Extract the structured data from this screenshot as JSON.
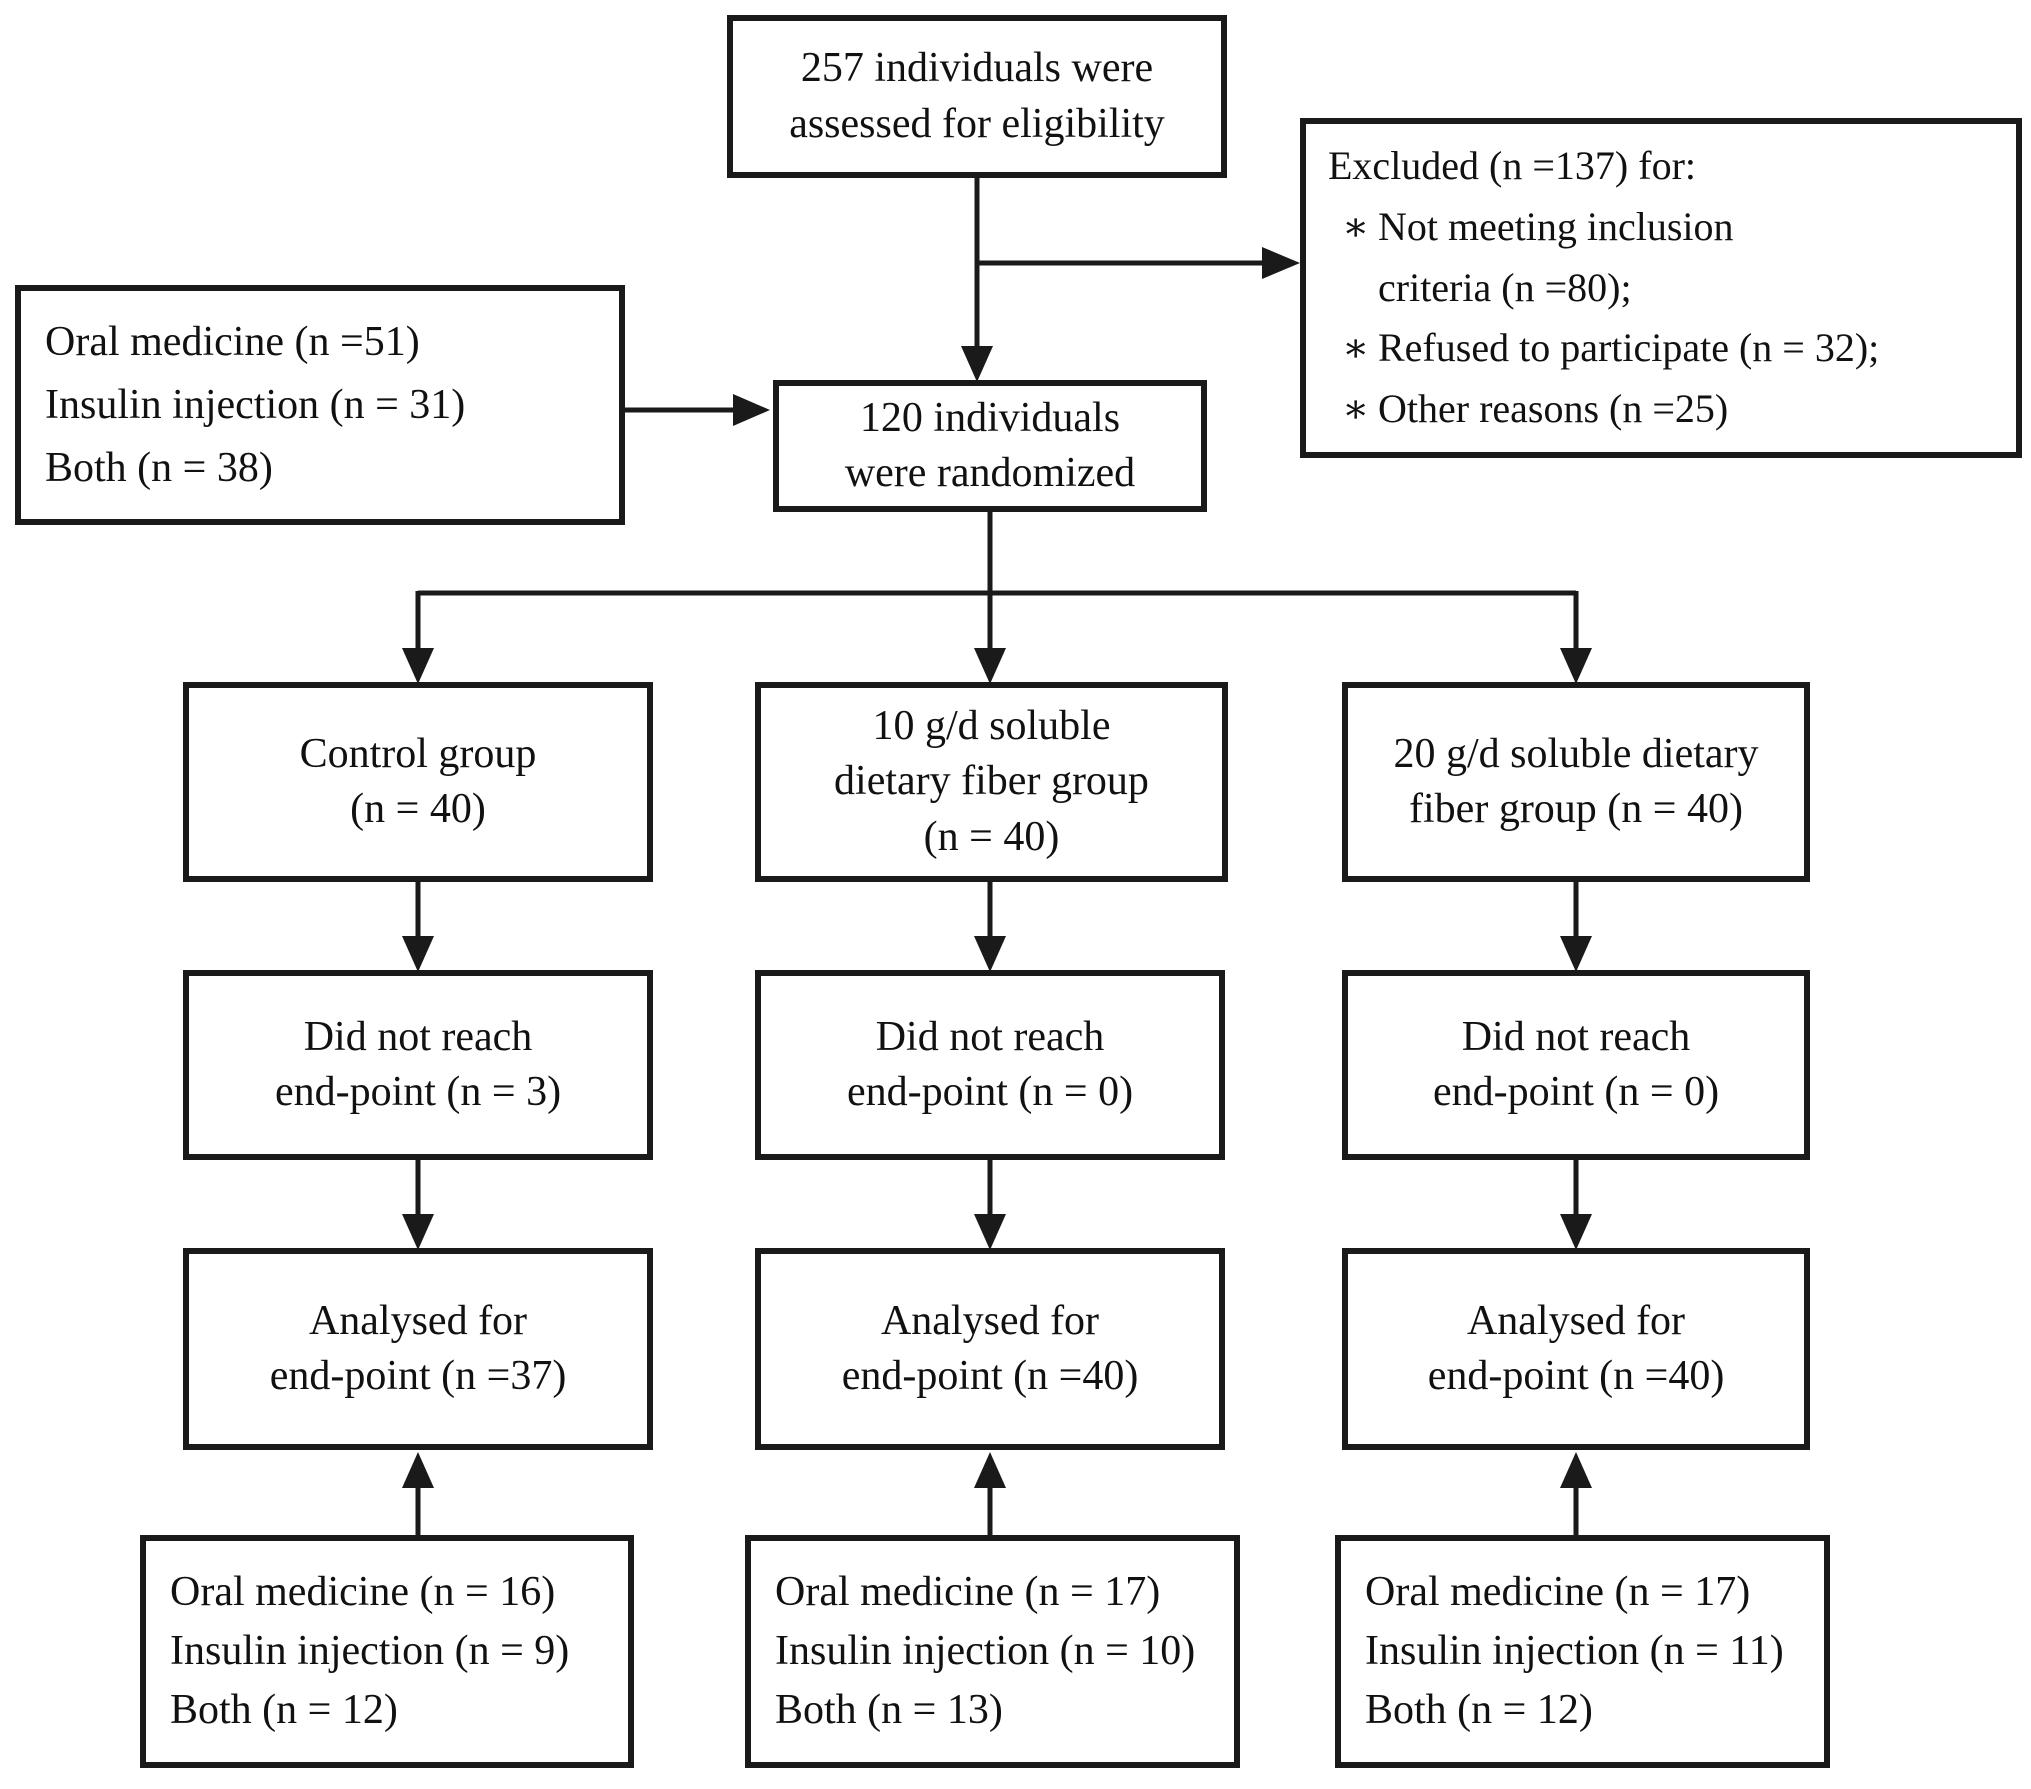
{
  "diagram": {
    "eligibility": {
      "lines": [
        "257 individuals were",
        "assessed for eligibility"
      ]
    },
    "excluded": {
      "title": "Excluded (n =137) for:",
      "bullet": "∗",
      "items": [
        {
          "lines": [
            "Not meeting inclusion",
            "criteria (n =80);"
          ]
        },
        {
          "lines": [
            "Refused to participate (n = 32);"
          ]
        },
        {
          "lines": [
            "Other reasons (n =25)"
          ]
        }
      ]
    },
    "pre_randomization_treatment": {
      "lines": [
        "Oral medicine (n =51)",
        "Insulin injection (n = 31)",
        "Both (n = 38)"
      ]
    },
    "randomized": {
      "lines": [
        "120 individuals",
        "were randomized"
      ]
    },
    "groups": [
      {
        "allocation": {
          "lines": [
            "Control group",
            "(n = 40)"
          ]
        },
        "not_reach_endpoint": {
          "lines": [
            "Did not reach",
            "end-point (n = 3)"
          ]
        },
        "analysed": {
          "lines": [
            "Analysed for",
            "end-point (n =37)"
          ]
        },
        "treatment": {
          "lines": [
            "Oral medicine (n = 16)",
            "Insulin injection (n = 9)",
            "Both (n = 12)"
          ]
        }
      },
      {
        "allocation": {
          "lines": [
            "10 g/d soluble",
            "dietary fiber group",
            "(n = 40)"
          ]
        },
        "not_reach_endpoint": {
          "lines": [
            "Did not reach",
            "end-point (n = 0)"
          ]
        },
        "analysed": {
          "lines": [
            "Analysed for",
            "end-point (n =40)"
          ]
        },
        "treatment": {
          "lines": [
            "Oral medicine (n = 17)",
            "Insulin injection (n = 10)",
            "Both (n = 13)"
          ]
        }
      },
      {
        "allocation": {
          "lines": [
            "20 g/d soluble dietary",
            "fiber group (n = 40)"
          ]
        },
        "not_reach_endpoint": {
          "lines": [
            "Did not reach",
            "end-point (n = 0)"
          ]
        },
        "analysed": {
          "lines": [
            "Analysed for",
            "end-point (n =40)"
          ]
        },
        "treatment": {
          "lines": [
            "Oral medicine (n = 17)",
            "Insulin injection (n = 11)",
            "Both (n = 12)"
          ]
        }
      }
    ],
    "colors": {
      "line": "#1a1a1a",
      "text": "#111111",
      "box_bg": "#ffffff"
    }
  }
}
